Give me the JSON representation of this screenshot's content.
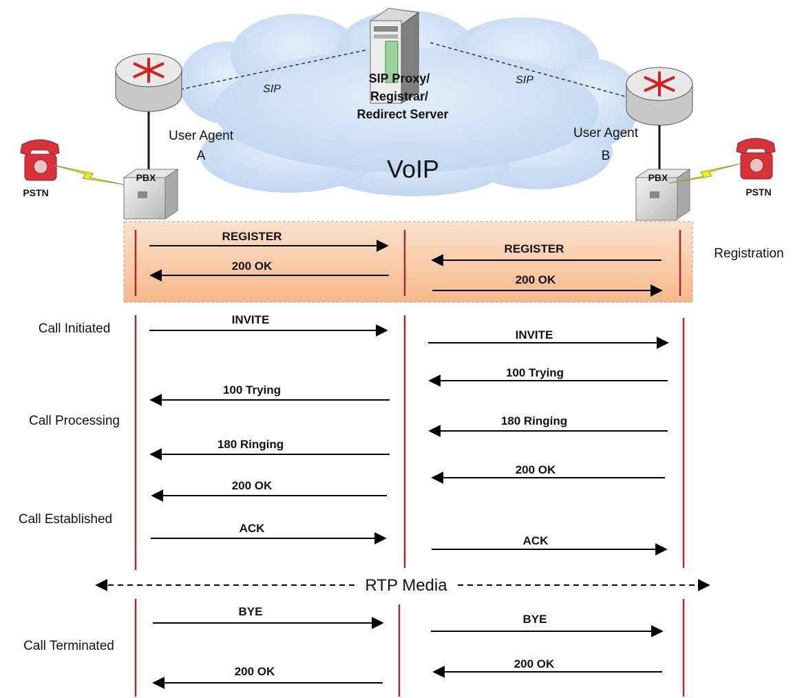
{
  "network": {
    "cloud_label": "VoIP",
    "server_label_lines": [
      "SIP Proxy/",
      "Registrar/",
      "Redirect Server"
    ],
    "sip_left": "SIP",
    "sip_right": "SIP",
    "agent_a_lines": [
      "User Agent",
      "A"
    ],
    "agent_b_lines": [
      "User Agent",
      "B"
    ],
    "pbx_left": "PBX",
    "pbx_right": "PBX",
    "pstn_left": "PSTN",
    "pstn_right": "PSTN"
  },
  "phases": {
    "registration": "Registration",
    "call_initiated": "Call Initiated",
    "call_processing": "Call Processing",
    "call_established": "Call Established",
    "call_terminated": "Call Terminated"
  },
  "media": {
    "label": "RTP Media"
  },
  "messages": {
    "left_register": "REGISTER",
    "left_register_ok": "200 OK",
    "right_register": "REGISTER",
    "right_register_ok": "200 OK",
    "left_invite": "INVITE",
    "right_invite": "INVITE",
    "right_trying": "100 Trying",
    "left_trying": "100 Trying",
    "right_ringing": "180 Ringing",
    "left_ringing": "180 Ringing",
    "right_ok": "200 OK",
    "left_ok": "200 OK",
    "left_ack": "ACK",
    "right_ack": "ACK",
    "left_bye": "BYE",
    "right_bye": "BYE",
    "right_bye_ok": "200 OK",
    "left_bye_ok": "200 OK"
  },
  "colors": {
    "lifeline": "#a52a2a",
    "registration_band": "#f9c9a0",
    "cloud": "#c9def4",
    "phone": "#d8323a",
    "lightning": "#f2ee1a"
  }
}
